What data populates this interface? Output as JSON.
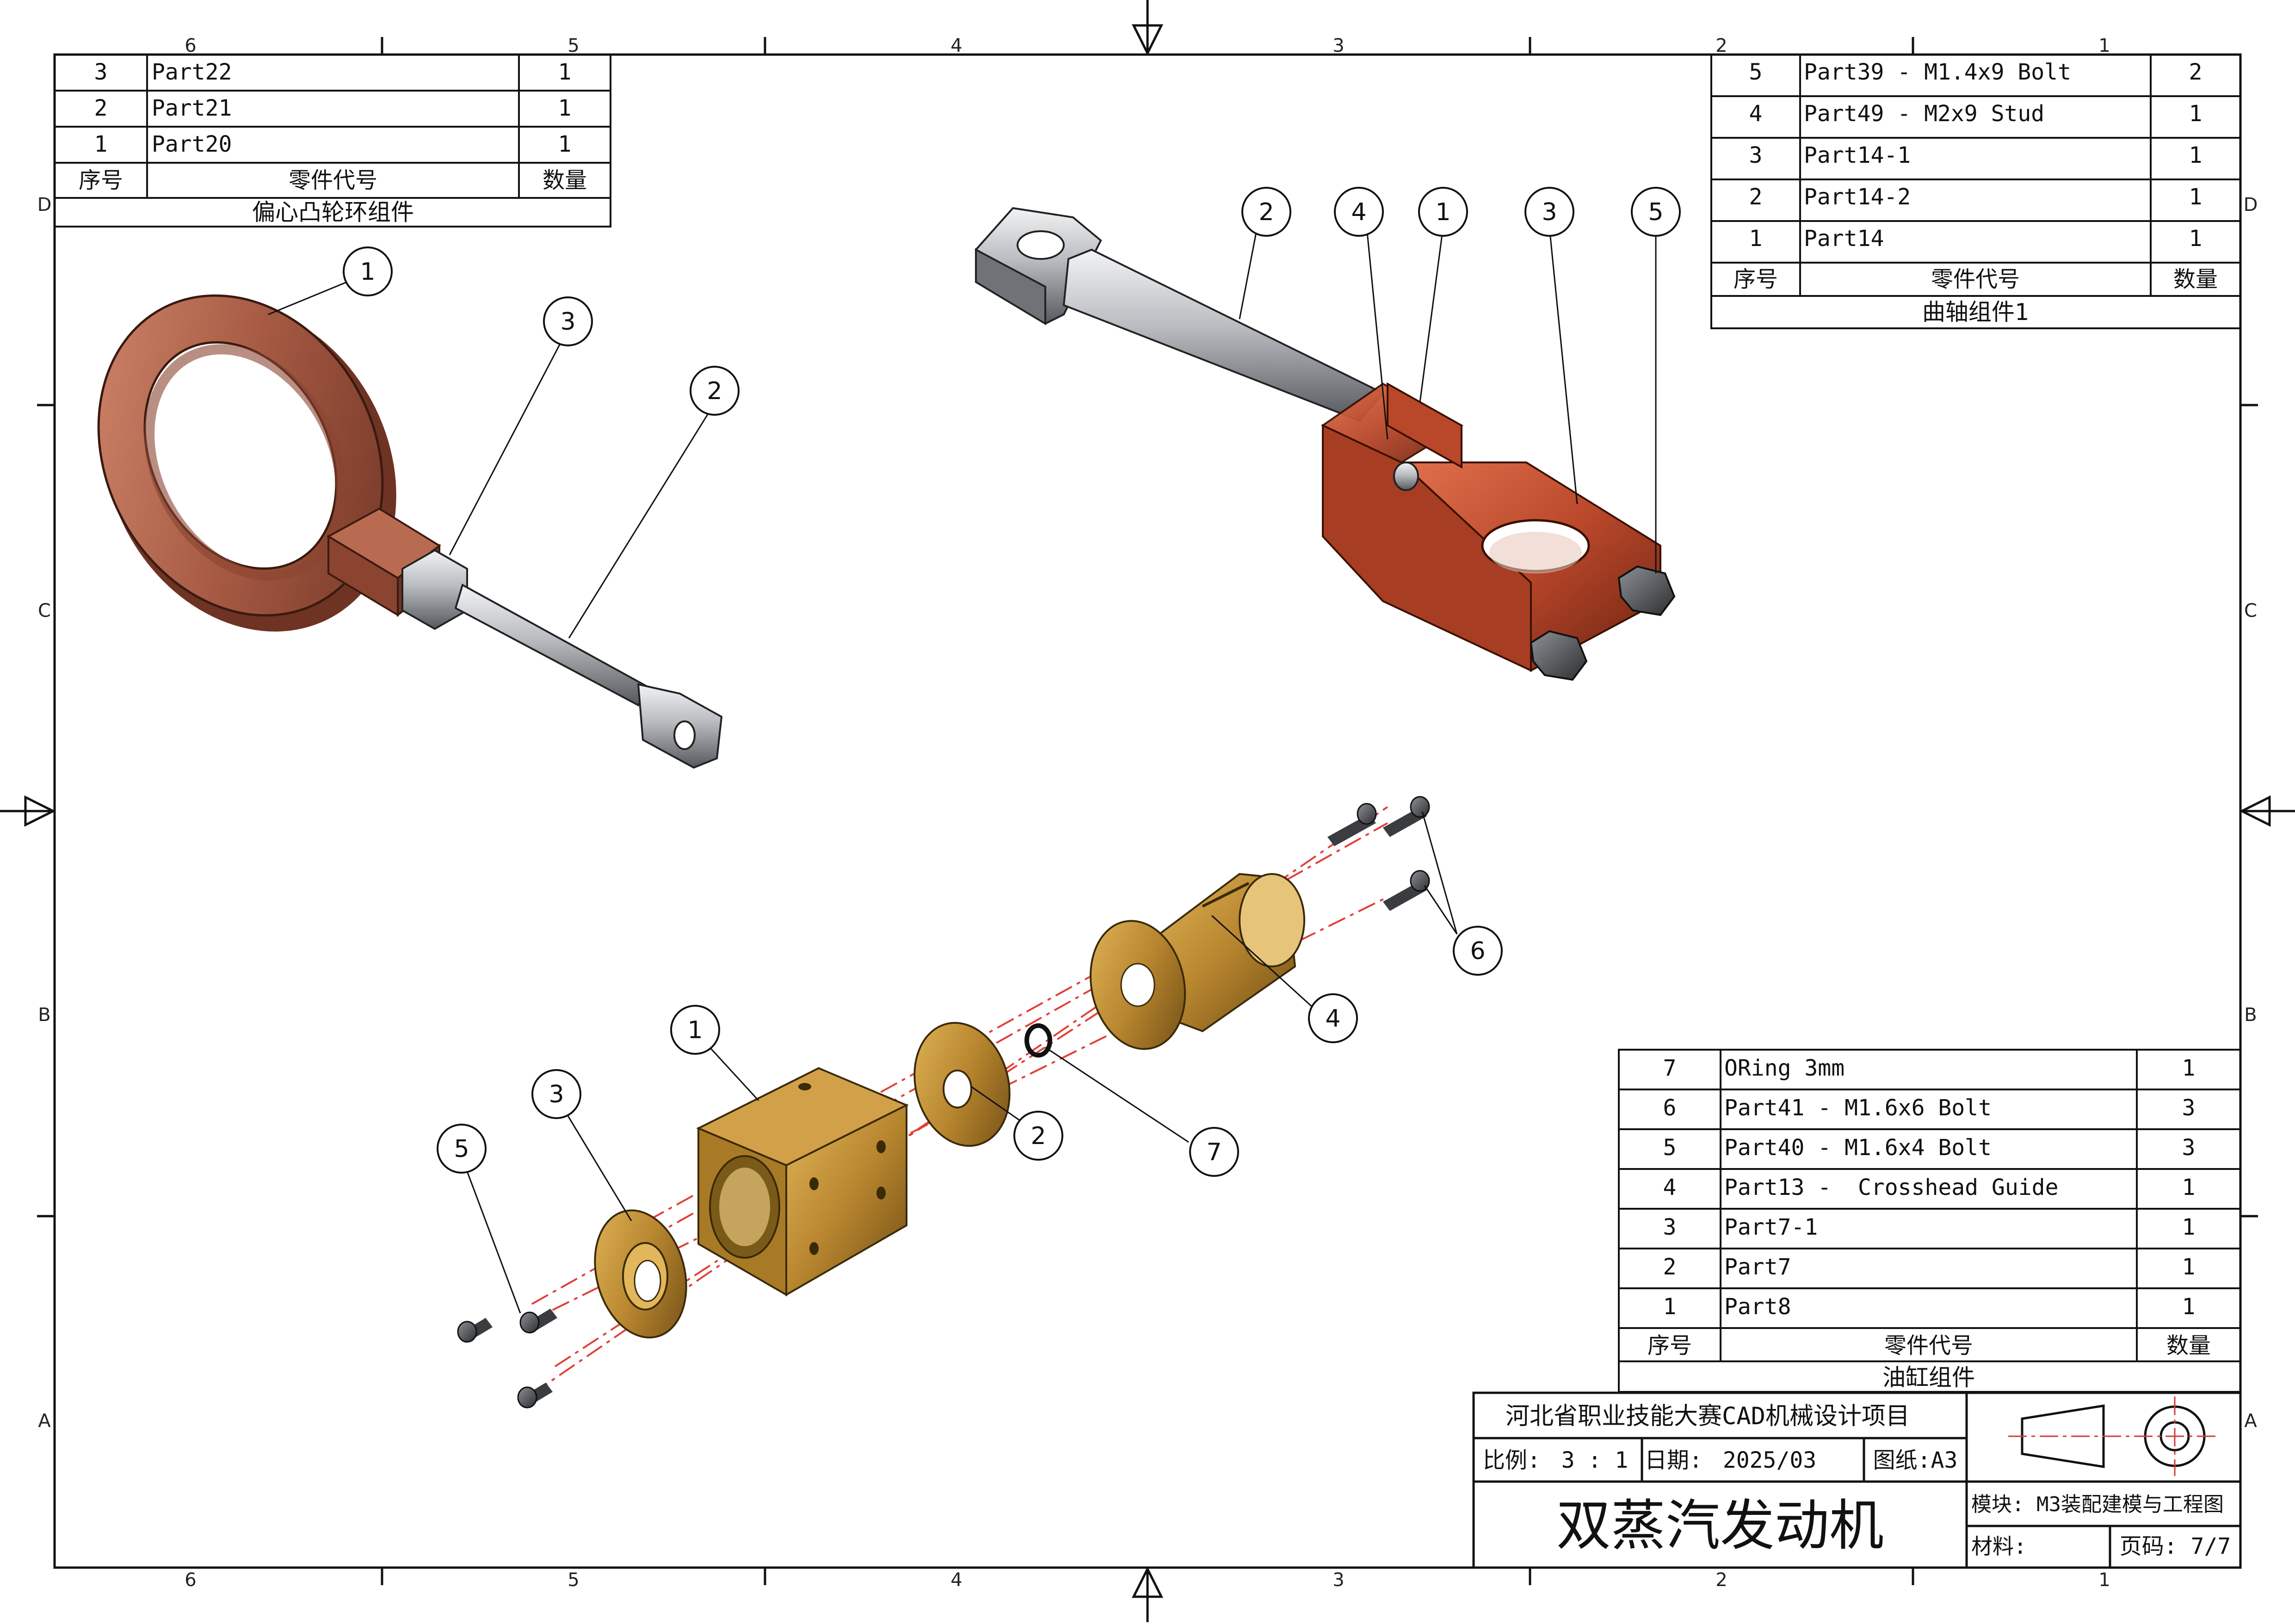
{
  "zone_labels": {
    "columns": [
      "6",
      "5",
      "4",
      "3",
      "2",
      "1"
    ],
    "rows": [
      "D",
      "C",
      "B",
      "A"
    ]
  },
  "bom_eccentric": {
    "rows": [
      {
        "no": "3",
        "name": "Part22",
        "qty": "1"
      },
      {
        "no": "2",
        "name": "Part21",
        "qty": "1"
      },
      {
        "no": "1",
        "name": "Part20",
        "qty": "1"
      }
    ],
    "header": {
      "no": "序号",
      "name": "零件代号",
      "qty": "数量"
    },
    "caption": "偏心凸轮环组件"
  },
  "bom_crankshaft": {
    "rows": [
      {
        "no": "5",
        "name": "Part39 - M1.4x9 Bolt",
        "qty": "2"
      },
      {
        "no": "4",
        "name": "Part49 - M2x9 Stud",
        "qty": "1"
      },
      {
        "no": "3",
        "name": "Part14-1",
        "qty": "1"
      },
      {
        "no": "2",
        "name": "Part14-2",
        "qty": "1"
      },
      {
        "no": "1",
        "name": "Part14",
        "qty": "1"
      }
    ],
    "header": {
      "no": "序号",
      "name": "零件代号",
      "qty": "数量"
    },
    "caption": "曲轴组件1"
  },
  "bom_cylinder": {
    "rows": [
      {
        "no": "7",
        "name": "ORing 3mm",
        "qty": "1"
      },
      {
        "no": "6",
        "name": "Part41 - M1.6x6 Bolt",
        "qty": "3"
      },
      {
        "no": "5",
        "name": "Part40 - M1.6x4 Bolt",
        "qty": "3"
      },
      {
        "no": "4",
        "name": "Part13 -  Crosshead Guide",
        "qty": "1"
      },
      {
        "no": "3",
        "name": "Part7-1",
        "qty": "1"
      },
      {
        "no": "2",
        "name": "Part7",
        "qty": "1"
      },
      {
        "no": "1",
        "name": "Part8",
        "qty": "1"
      }
    ],
    "header": {
      "no": "序号",
      "name": "零件代号",
      "qty": "数量"
    },
    "caption": "油缸组件"
  },
  "title_block": {
    "organization": "河北省职业技能大赛CAD机械设计项目",
    "scale_label": "比例:",
    "scale_value": "3 : 1",
    "date_label": "日期:",
    "date_value": "2025/03",
    "sheet_size": "图纸:A3",
    "drawing_title": "双蒸汽发动机",
    "module": "模块: M3装配建模与工程图",
    "material_label": "材料:",
    "page": "页码: 7/7",
    "projection_symbol": "first-angle-projection-icon"
  },
  "balloons": {
    "eccentric": [
      "1",
      "3",
      "2"
    ],
    "crankshaft": [
      "2",
      "4",
      "1",
      "3",
      "5"
    ],
    "cylinder": [
      "1",
      "3",
      "5",
      "2",
      "7",
      "4",
      "6"
    ]
  },
  "colors": {
    "copper": "#a65a43",
    "copper_dark": "#6e3323",
    "rust": "#b9472a",
    "brass": "#b8862f",
    "brass_dark": "#6f4d14",
    "steel": "#b9bcc0",
    "explode_line": "#e0413a"
  }
}
